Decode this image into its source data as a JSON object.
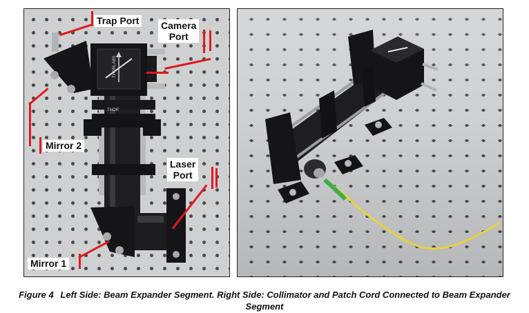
{
  "labels": {
    "trap_port": "Trap Port",
    "camera_port_line1": "Camera",
    "camera_port_line2": "Port",
    "mirror_2": "Mirror 2",
    "laser_port_line1": "Laser",
    "laser_port_line2": "Port",
    "mirror_1": "Mirror 1"
  },
  "device_text": {
    "brand": "THORLABS",
    "brand_short": "THOR"
  },
  "caption": {
    "figure_label": "Figure 4",
    "text": "Left Side: Beam Expander Segment. Right Side: Collimator and Patch Cord Connected to Beam Expander Segment"
  },
  "colors": {
    "callout_red": "#e0191c",
    "breadboard": "#cfd0d2",
    "hardware_black": "#1c1c1e",
    "fiber_yellow": "#e8d23a",
    "fiber_green": "#3fae49"
  }
}
